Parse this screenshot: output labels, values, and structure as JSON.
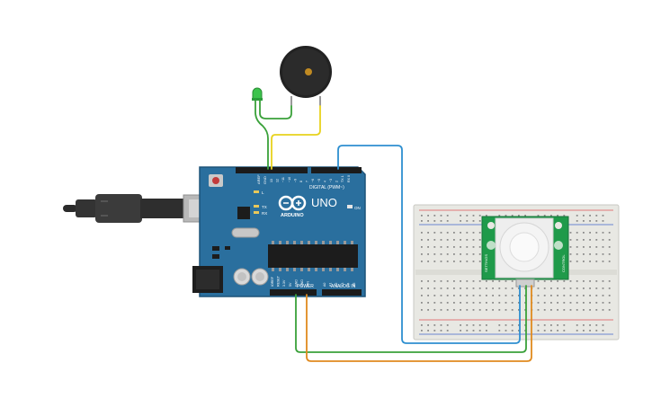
{
  "board": {
    "logo_text": "ARDUINO",
    "model": "UNO",
    "digital_label": "DIGITAL (PWM~)",
    "power_label": "POWER",
    "analog_label": "ANALOG IN",
    "on_label": "ON",
    "l_label": "L",
    "tx_label": "TX",
    "rx_label": "RX",
    "aref_label": "AREF",
    "gnd_label": "GND",
    "digital_pins": [
      "13",
      "12",
      "~11",
      "~10",
      "~9",
      "8",
      "7",
      "~6",
      "~5",
      "4",
      "~3",
      "2",
      "TX 1",
      "RX 0"
    ],
    "power_pins": [
      "IOREF",
      "RESET",
      "3.3V",
      "5V",
      "GND",
      "GND",
      "VIN"
    ],
    "analog_pins": [
      "A0",
      "A1",
      "A2",
      "A3",
      "A4",
      "A5"
    ]
  },
  "sensor": {
    "left_text": "SETTINGS",
    "right_text": "CONTROL"
  },
  "colors": {
    "board": "#2a6f9e",
    "wire_green": "#3aa13a",
    "wire_yellow": "#e8d21d",
    "wire_blue": "#2e8fd0",
    "wire_orange": "#e08a1e",
    "sensor_pcb": "#1f9a4a",
    "breadboard": "#e8e8e3"
  }
}
